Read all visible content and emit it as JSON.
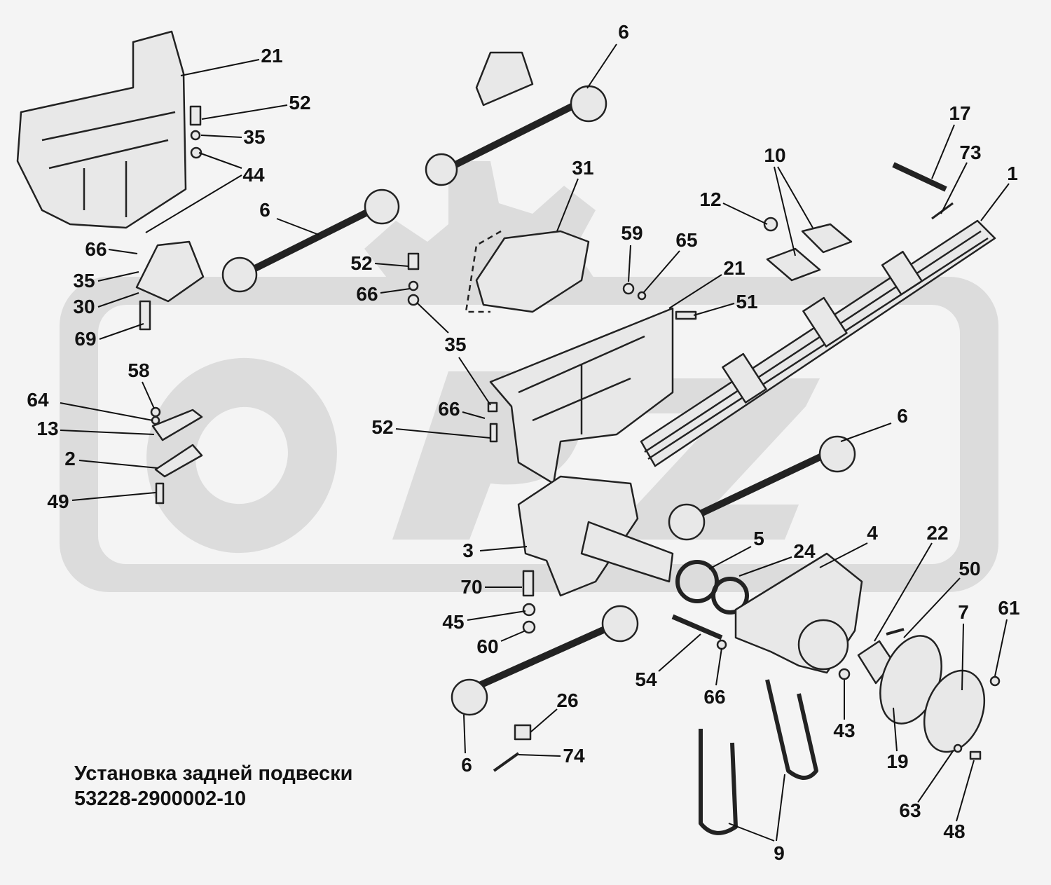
{
  "title": "Установка задней подвески",
  "part_number": "53228-2900002-10",
  "watermark": "OPZ",
  "callouts": [
    "21",
    "52",
    "35",
    "44",
    "66",
    "35",
    "30",
    "69",
    "6",
    "6",
    "31",
    "52",
    "66",
    "35",
    "59",
    "65",
    "21",
    "51",
    "12",
    "10",
    "17",
    "73",
    "1",
    "58",
    "64",
    "13",
    "2",
    "49",
    "66",
    "52",
    "6",
    "3",
    "5",
    "24",
    "4",
    "22",
    "50",
    "7",
    "61",
    "70",
    "45",
    "60",
    "54",
    "66",
    "43",
    "19",
    "63",
    "48",
    "26",
    "74",
    "6",
    "9"
  ]
}
